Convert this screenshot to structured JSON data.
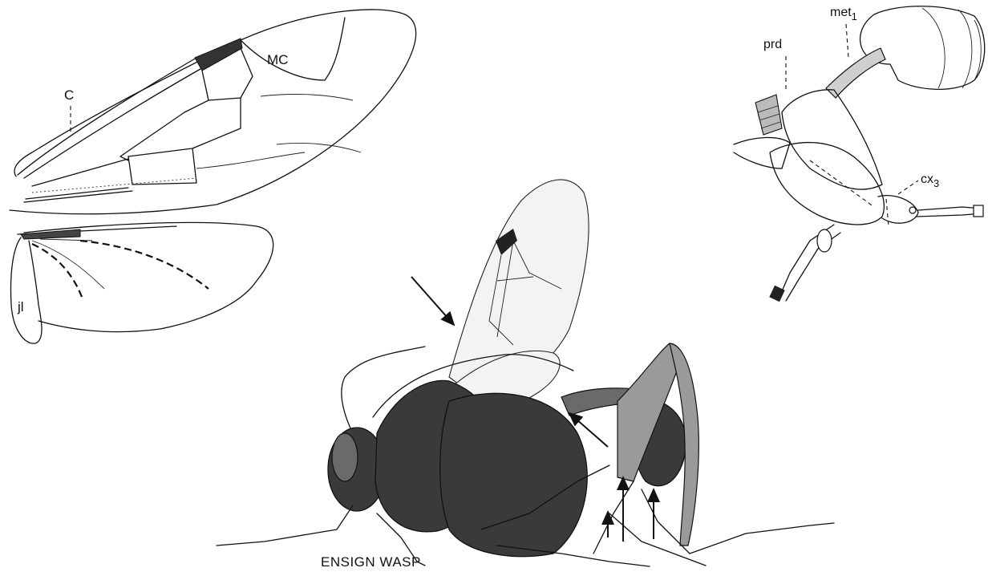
{
  "labels": {
    "forewing_marginal_cell": "MC",
    "forewing_costa": "C",
    "hindwing_jugal_lobe": "jl",
    "propodeum": "prd",
    "metasoma_base": "met",
    "metasoma_base_subscript": "1",
    "hind_coxa": "cx",
    "hind_coxa_subscript": "3",
    "caption": "ENSIGN WASP"
  },
  "colors": {
    "ink": "#111111",
    "background": "#ffffff",
    "stigma": "#333333",
    "body_dark": "#3a3a3a"
  }
}
